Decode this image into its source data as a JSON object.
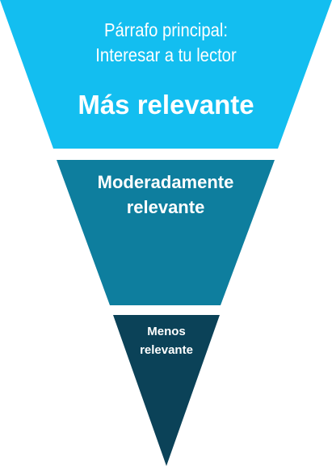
{
  "funnel": {
    "tiers": [
      {
        "subtitle_line1": "Párrafo principal:",
        "subtitle_line2": "Interesar a tu lector",
        "label": "Más relevante",
        "color": "#13BEF0"
      },
      {
        "label_line1": "Moderadamente",
        "label_line2": "relevante",
        "color": "#0E7E9E"
      },
      {
        "label_line1": "Menos",
        "label_line2": "relevante",
        "color": "#0B4258"
      }
    ]
  }
}
